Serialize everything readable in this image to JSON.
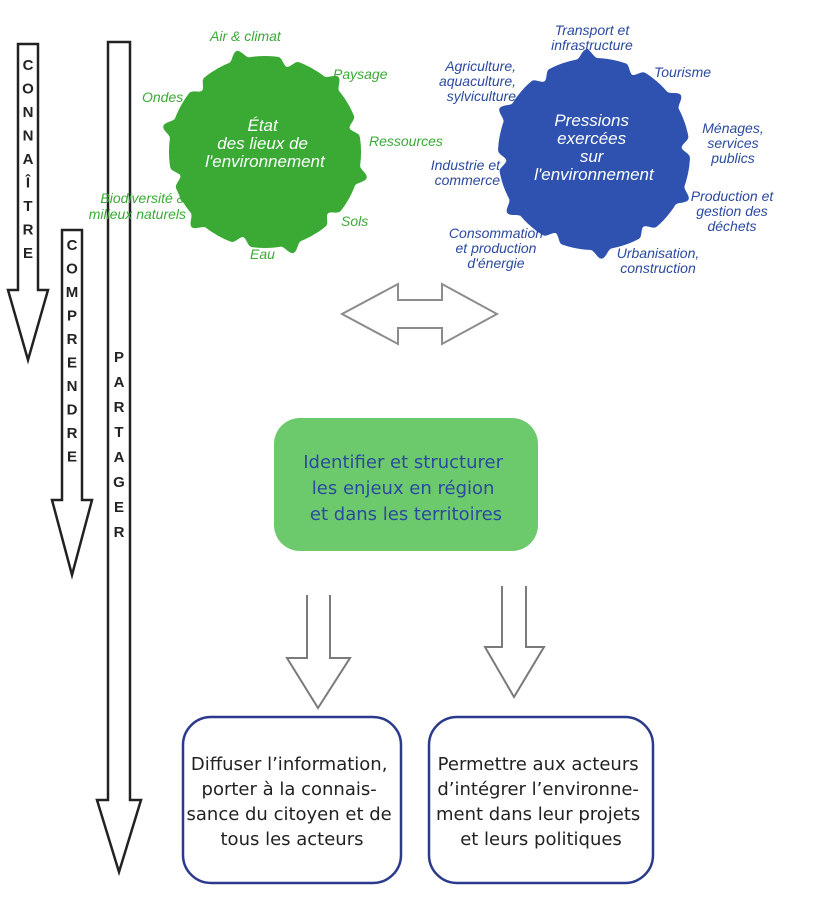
{
  "vertical_arrows": {
    "connaitre": [
      "C",
      "O",
      "N",
      "N",
      "A",
      "Î",
      "T",
      "R",
      "E"
    ],
    "comprendre": [
      "C",
      "O",
      "M",
      "P",
      "R",
      "E",
      "N",
      "D",
      "R",
      "E"
    ],
    "partager": [
      "P",
      "A",
      "R",
      "T",
      "A",
      "G",
      "E",
      "R"
    ]
  },
  "etat_circle": {
    "title_lines": [
      "État",
      "des lieux de",
      "l'environnement"
    ],
    "color": "#3aaa35",
    "labels": {
      "air_climat": "Air & climat",
      "paysage": "Paysage",
      "ondes": "Ondes",
      "ressources": "Ressources",
      "biodiversite_1": "Biodiversité &",
      "biodiversite_2": "milieux naturels",
      "sols": "Sols",
      "eau": "Eau"
    }
  },
  "pressions_circle": {
    "title_lines": [
      "Pressions",
      "exercées",
      "sur",
      "l'environnement"
    ],
    "color": "#2f52b0",
    "labels": {
      "transport_1": "Transport et",
      "transport_2": "infrastructure",
      "agriculture_1": "Agriculture,",
      "agriculture_2": "aquaculture,",
      "agriculture_3": "sylviculture",
      "tourisme": "Tourisme",
      "menages_1": "Ménages,",
      "menages_2": "services",
      "menages_3": "publics",
      "industrie_1": "Industrie et",
      "industrie_2": "commerce",
      "production_1": "Production et",
      "production_2": "gestion des",
      "production_3": "déchets",
      "consommation_1": "Consommation",
      "consommation_2": "et production",
      "consommation_3": "d'énergie",
      "urbanisation_1": "Urbanisation,",
      "urbanisation_2": "construction"
    }
  },
  "center_box": {
    "lines": [
      "Identifier et structurer",
      "les enjeux en région",
      "et dans les territoires"
    ],
    "fill": "#6cc96c",
    "text_color": "#2b4a9f"
  },
  "bottom_left_box": {
    "lines": [
      "Diffuser l’information,",
      "porter à la connais-",
      "sance du citoyen et de",
      "tous les acteurs"
    ]
  },
  "bottom_right_box": {
    "lines": [
      "Permettre aux acteurs",
      "d’intégrer l’environne-",
      "ment dans leur projets",
      "et leurs politiques"
    ]
  }
}
